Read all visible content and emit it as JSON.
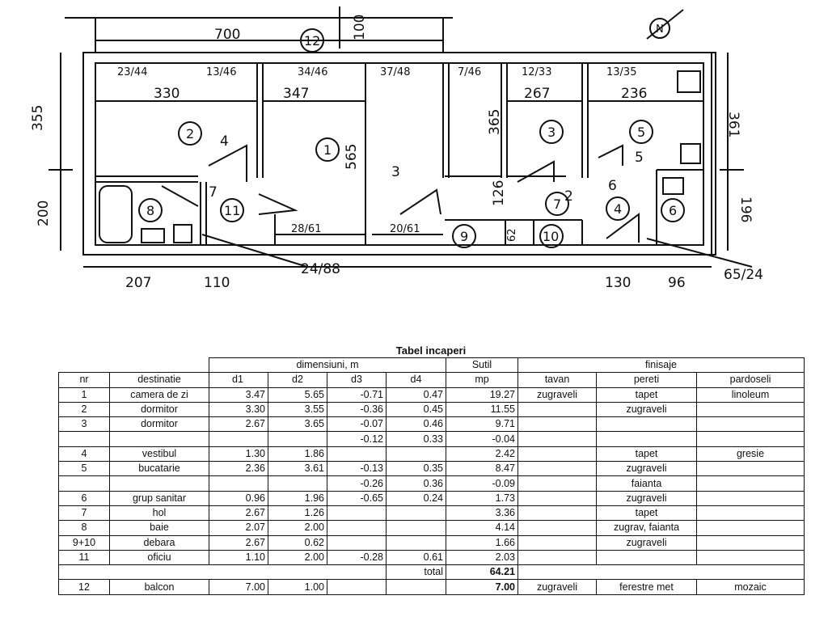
{
  "plan": {
    "dims_top": [
      "700",
      "100"
    ],
    "dims_left": [
      "355",
      "200"
    ],
    "dims_right": [
      "361",
      "196"
    ],
    "dims_bottom": [
      "207",
      "110",
      "24/88",
      "130",
      "96",
      "65/24"
    ],
    "room_dims": [
      "330",
      "347",
      "267",
      "236",
      "565",
      "365",
      "126",
      "62"
    ],
    "window_labels": [
      "23/44",
      "13/46",
      "34/46",
      "37/48",
      "7/46",
      "12/33",
      "13/35",
      "28/61",
      "20/61"
    ],
    "room_numbers": [
      "1",
      "2",
      "3",
      "4",
      "5",
      "6",
      "7",
      "8",
      "9",
      "10",
      "11",
      "12"
    ],
    "door_labels": [
      "4",
      "3",
      "5",
      "7",
      "2",
      "6"
    ],
    "compass_letter": "N"
  },
  "table": {
    "title": "Tabel incaperi",
    "group_dimensiuni": "dimensiuni, m",
    "group_sutil": "Sutil",
    "group_finisaje": "finisaje",
    "headers": [
      "nr",
      "destinatie",
      "d1",
      "d2",
      "d3",
      "d4",
      "mp",
      "tavan",
      "pereti",
      "pardoseli"
    ],
    "rows": [
      {
        "nr": "1",
        "dest": "camera de zi",
        "d1": "3.47",
        "d2": "5.65",
        "d3": "-0.71",
        "d4": "0.47",
        "mp": "19.27",
        "tavan": "zugraveli",
        "pereti": "tapet",
        "pard": "linoleum"
      },
      {
        "nr": "2",
        "dest": "dormitor",
        "d1": "3.30",
        "d2": "3.55",
        "d3": "-0.36",
        "d4": "0.45",
        "mp": "11.55",
        "tavan": "",
        "pereti": "zugraveli",
        "pard": ""
      },
      {
        "nr": "3",
        "dest": "dormitor",
        "d1": "2.67",
        "d2": "3.65",
        "d3": "-0.07",
        "d4": "0.46",
        "mp": "9.71",
        "tavan": "",
        "pereti": "",
        "pard": ""
      },
      {
        "nr": "",
        "dest": "",
        "d1": "",
        "d2": "",
        "d3": "-0.12",
        "d4": "0.33",
        "mp": "-0.04",
        "tavan": "",
        "pereti": "",
        "pard": ""
      },
      {
        "nr": "4",
        "dest": "vestibul",
        "d1": "1.30",
        "d2": "1.86",
        "d3": "",
        "d4": "",
        "mp": "2.42",
        "tavan": "",
        "pereti": "tapet",
        "pard": "gresie"
      },
      {
        "nr": "5",
        "dest": "bucatarie",
        "d1": "2.36",
        "d2": "3.61",
        "d3": "-0.13",
        "d4": "0.35",
        "mp": "8.47",
        "tavan": "",
        "pereti": "zugraveli",
        "pard": ""
      },
      {
        "nr": "",
        "dest": "",
        "d1": "",
        "d2": "",
        "d3": "-0.26",
        "d4": "0.36",
        "mp": "-0.09",
        "tavan": "",
        "pereti": "faianta",
        "pard": ""
      },
      {
        "nr": "6",
        "dest": "grup sanitar",
        "d1": "0.96",
        "d2": "1.96",
        "d3": "-0.65",
        "d4": "0.24",
        "mp": "1.73",
        "tavan": "",
        "pereti": "zugraveli",
        "pard": ""
      },
      {
        "nr": "7",
        "dest": "hol",
        "d1": "2.67",
        "d2": "1.26",
        "d3": "",
        "d4": "",
        "mp": "3.36",
        "tavan": "",
        "pereti": "tapet",
        "pard": ""
      },
      {
        "nr": "8",
        "dest": "baie",
        "d1": "2.07",
        "d2": "2.00",
        "d3": "",
        "d4": "",
        "mp": "4.14",
        "tavan": "",
        "pereti": "zugrav, faianta",
        "pard": ""
      },
      {
        "nr": "9+10",
        "dest": "debara",
        "d1": "2.67",
        "d2": "0.62",
        "d3": "",
        "d4": "",
        "mp": "1.66",
        "tavan": "",
        "pereti": "zugraveli",
        "pard": ""
      },
      {
        "nr": "11",
        "dest": "oficiu",
        "d1": "1.10",
        "d2": "2.00",
        "d3": "-0.28",
        "d4": "0.61",
        "mp": "2.03",
        "tavan": "",
        "pereti": "",
        "pard": ""
      }
    ],
    "total_label": "total",
    "total_value": "64.21",
    "balcon": {
      "nr": "12",
      "dest": "balcon",
      "d1": "7.00",
      "d2": "1.00",
      "mp": "7.00",
      "tavan": "zugraveli",
      "pereti": "ferestre met",
      "pard": "mozaic"
    }
  }
}
